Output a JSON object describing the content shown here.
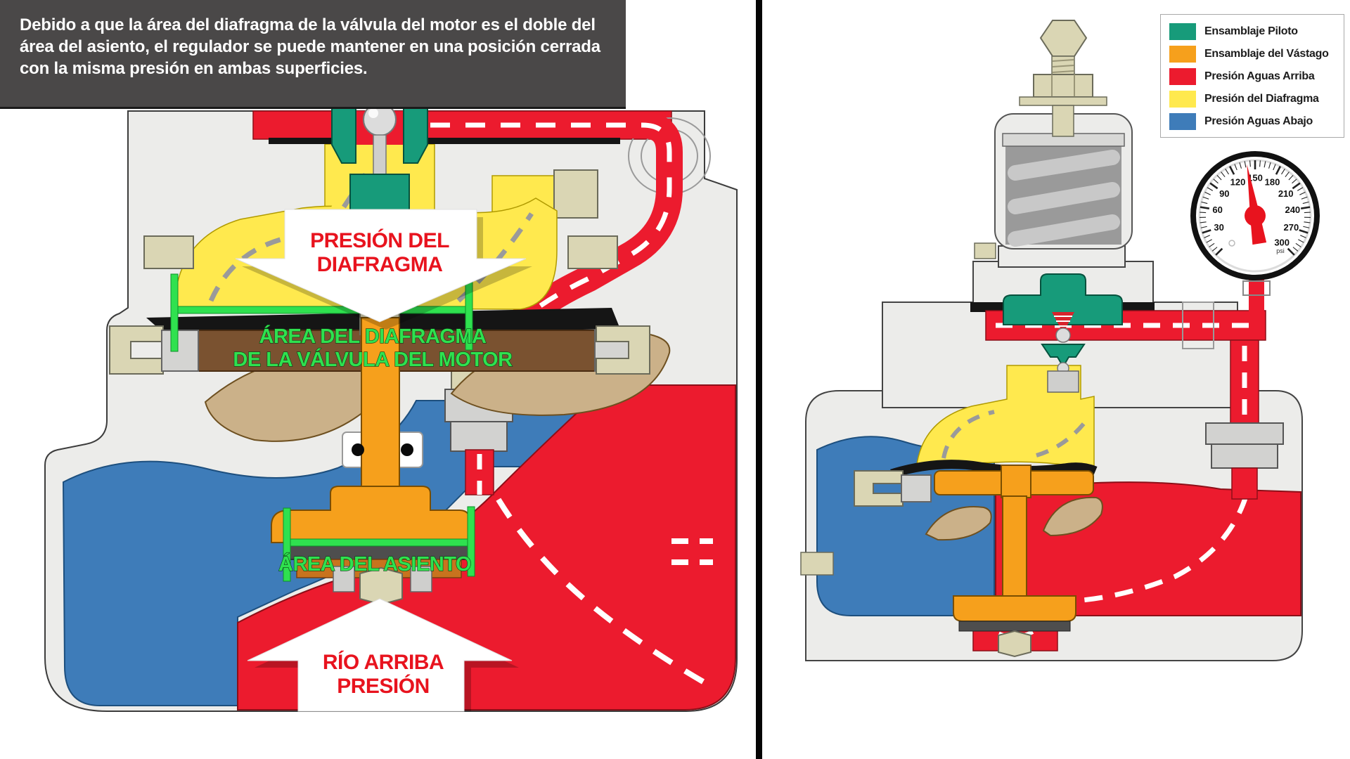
{
  "caption": {
    "text": "Debido a que la área del diafragma de la válvula del motor es el doble del área del asiento, el regulador se puede mantener en una posición cerrada con la misma presión en ambas superficies."
  },
  "left_diagram": {
    "labels": {
      "diaphragm_pressure": {
        "line1": "PRESIÓN DEL",
        "line2": "DIAFRAGMA"
      },
      "diaphragm_area": {
        "line1": "ÁREA DEL DIAFRAGMA",
        "line2": "DE LA VÁLVULA DEL MOTOR"
      },
      "seat_area": "ÁREA DEL ASIENTO",
      "upstream_pressure": {
        "line1": "RÍO ARRIBA",
        "line2": "PRESIÓN"
      }
    }
  },
  "legend": {
    "items": [
      {
        "label": "Ensamblaje Piloto",
        "color": "#179B7A"
      },
      {
        "label": "Ensamblaje del Vástago",
        "color": "#F6A01C"
      },
      {
        "label": "Presión Aguas Arriba",
        "color": "#EC1B2E"
      },
      {
        "label": "Presión del Diafragma",
        "color": "#FFE94E"
      },
      {
        "label": "Presión Aguas Abajo",
        "color": "#3E7CB9"
      }
    ]
  },
  "gauge": {
    "min": 0,
    "max": 300,
    "major_step": 30,
    "minor_step": 6,
    "start_angle": 225,
    "sweep": 270,
    "value": 140,
    "unit": "psi",
    "tick_labels": [
      30,
      60,
      90,
      120,
      150,
      180,
      210,
      240,
      270,
      300
    ]
  },
  "colors": {
    "pilot_assembly": "#179B7A",
    "stem_assembly": "#F6A01C",
    "upstream_pressure": "#EC1B2E",
    "diaphragm_pressure": "#FFE94E",
    "downstream_pressure": "#3E7CB9",
    "annotation_green": "#2FE14F",
    "label_red": "#E8131E",
    "caption_background": "#4a4848"
  }
}
